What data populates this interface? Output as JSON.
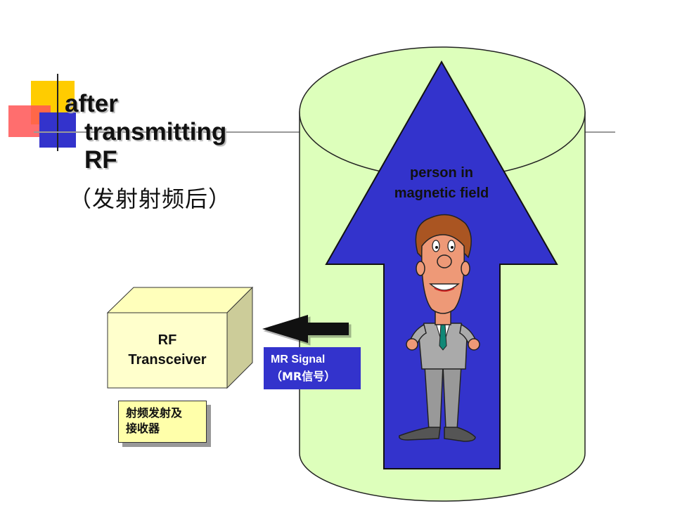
{
  "title": {
    "line1": "after",
    "line2": "transmitting",
    "line3": "RF",
    "subtitle": "（发射射频后）"
  },
  "transceiver": {
    "line1": "RF",
    "line2": "Transceiver",
    "note_line1": "射频发射及",
    "note_line2": "接收器"
  },
  "signal": {
    "line1": "MR Signal",
    "line2": "（MR信号）"
  },
  "field": {
    "line1": "person in",
    "line2": "magnetic field"
  },
  "colors": {
    "cylinder": "#ddffbb",
    "arrow": "#3333cc",
    "cube": "#ffffbb",
    "cube_side": "#cccc99",
    "signal_box": "#3333cc",
    "note_box": "#ffffaa"
  }
}
